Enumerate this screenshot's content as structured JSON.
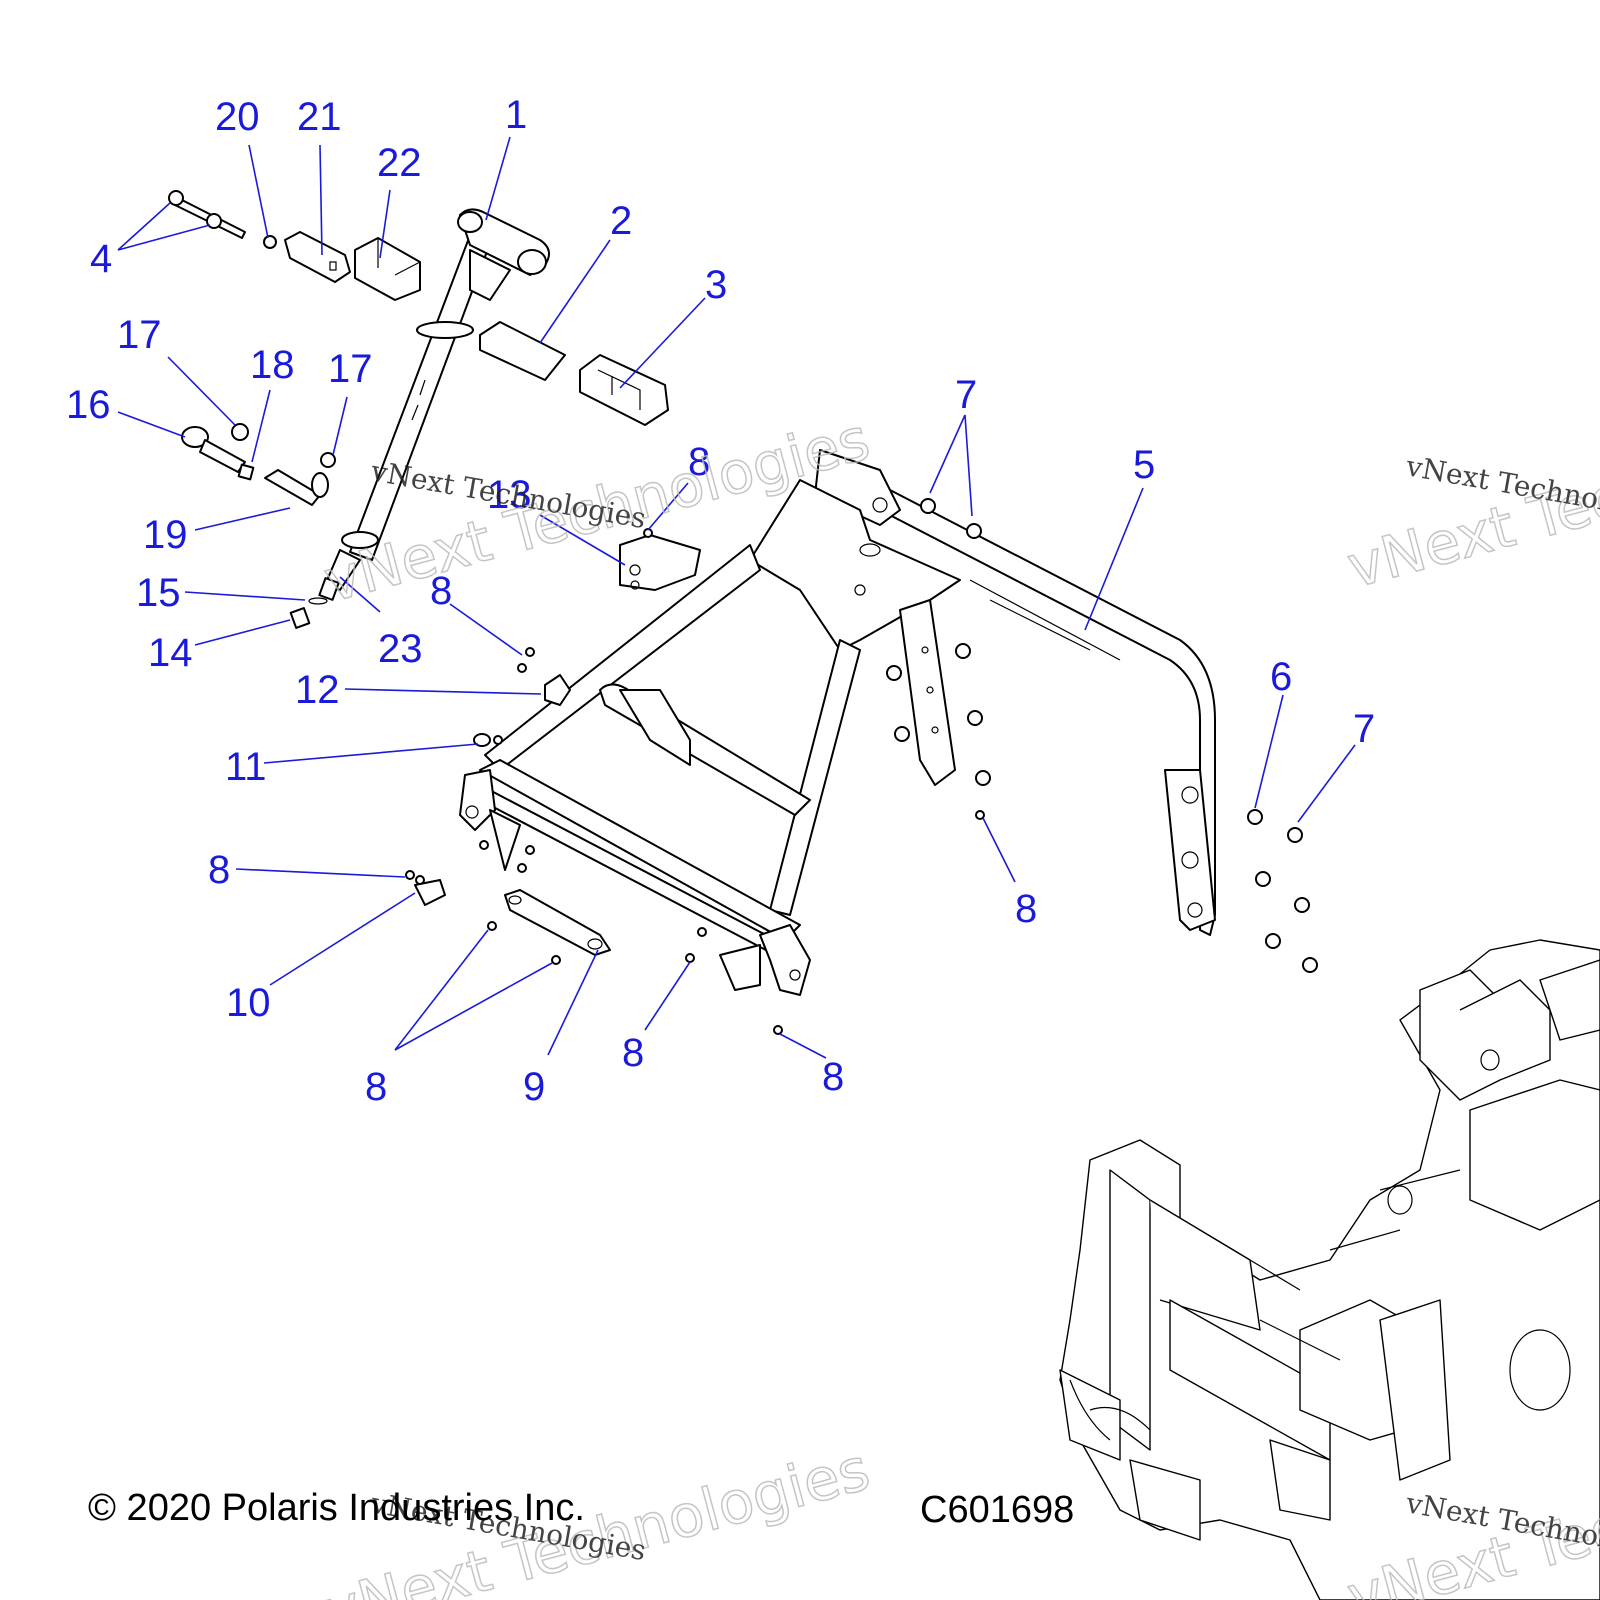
{
  "callouts": [
    {
      "id": "c20",
      "text": "20"
    },
    {
      "id": "c21",
      "text": "21"
    },
    {
      "id": "c1",
      "text": "1"
    },
    {
      "id": "c22",
      "text": "22"
    },
    {
      "id": "c2",
      "text": "2"
    },
    {
      "id": "c4",
      "text": "4"
    },
    {
      "id": "c3",
      "text": "3"
    },
    {
      "id": "c17a",
      "text": "17"
    },
    {
      "id": "c18",
      "text": "18"
    },
    {
      "id": "c17b",
      "text": "17"
    },
    {
      "id": "c16",
      "text": "16"
    },
    {
      "id": "c7a",
      "text": "7"
    },
    {
      "id": "c5",
      "text": "5"
    },
    {
      "id": "c8a",
      "text": "8"
    },
    {
      "id": "c13",
      "text": "13"
    },
    {
      "id": "c19",
      "text": "19"
    },
    {
      "id": "c15",
      "text": "15"
    },
    {
      "id": "c8b",
      "text": "8"
    },
    {
      "id": "c23",
      "text": "23"
    },
    {
      "id": "c14",
      "text": "14"
    },
    {
      "id": "c12",
      "text": "12"
    },
    {
      "id": "c6",
      "text": "6"
    },
    {
      "id": "c7b",
      "text": "7"
    },
    {
      "id": "c11",
      "text": "11"
    },
    {
      "id": "c8c",
      "text": "8"
    },
    {
      "id": "c8d",
      "text": "8"
    },
    {
      "id": "c10",
      "text": "10"
    },
    {
      "id": "c8e",
      "text": "8"
    },
    {
      "id": "c9",
      "text": "9"
    },
    {
      "id": "c8f",
      "text": "8"
    },
    {
      "id": "c8g",
      "text": "8"
    }
  ],
  "watermark_small": "vNext Technologies",
  "watermark_large": "vNext Technologies",
  "footer": {
    "copyright": "© 2020 Polaris Industries Inc.",
    "code": "C601698"
  }
}
